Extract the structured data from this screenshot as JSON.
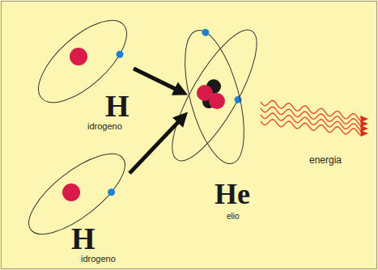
{
  "diagram": {
    "nodes": [
      {
        "text": [
          "H",
          "idrogeno"
        ]
      },
      {
        "text": [
          "H",
          "idrogeno"
        ]
      },
      {
        "text": [
          "He",
          "elio"
        ]
      }
    ],
    "edges": [
      {
        "from": 0,
        "to": 2,
        "arrow": "to"
      },
      {
        "from": 1,
        "to": 2,
        "arrow": "to"
      }
    ],
    "labels": [
      "energia"
    ]
  }
}
